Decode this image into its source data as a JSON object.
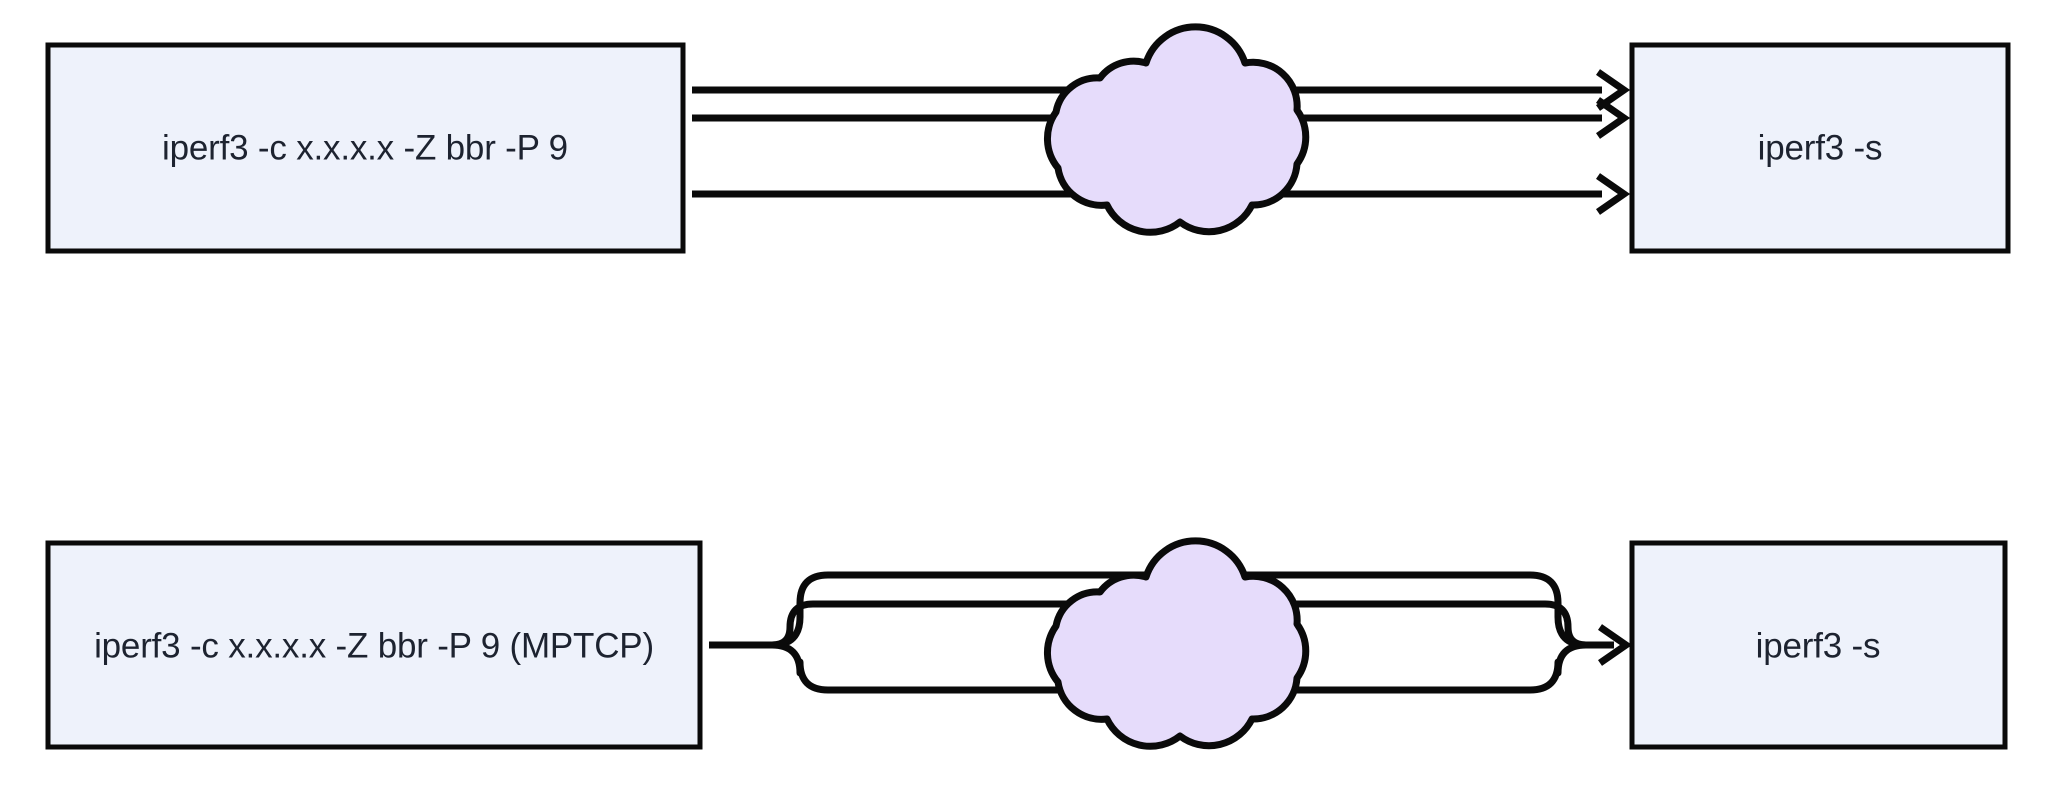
{
  "diagram": {
    "background_color": "#ffffff",
    "stroke_color": "#0a0a0a",
    "node_fill_color": "#eef2fb",
    "cloud_fill_color": "#e6dcfb",
    "rows": [
      {
        "id": "tcp-row",
        "client_label": "iperf3 -c x.x.x.x -Z bbr -P 9",
        "server_label": "iperf3 -s",
        "cloud_name": "network-cloud",
        "stream_count": 3,
        "path_style": "straight",
        "arrow_count": 3
      },
      {
        "id": "mptcp-row",
        "client_label": "iperf3 -c x.x.x.x -Z bbr -P 9 (MPTCP)",
        "server_label": "iperf3 -s",
        "cloud_name": "network-cloud",
        "stream_count": 3,
        "path_style": "aggregated-subflows",
        "arrow_count": 1
      }
    ]
  }
}
